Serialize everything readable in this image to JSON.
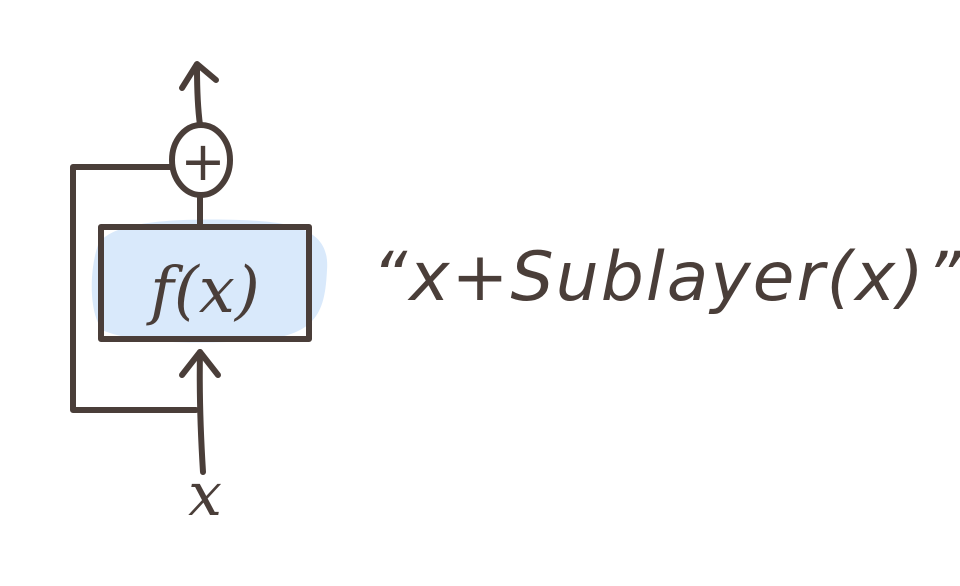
{
  "diagram": {
    "block_label": "f(x)",
    "input_label": "x",
    "add_symbol": "+",
    "formula": "“x+Sublayer(x)”"
  },
  "colors": {
    "ink": "#4a3e39",
    "block_fill": "#d9e9fb",
    "background": "#ffffff"
  }
}
